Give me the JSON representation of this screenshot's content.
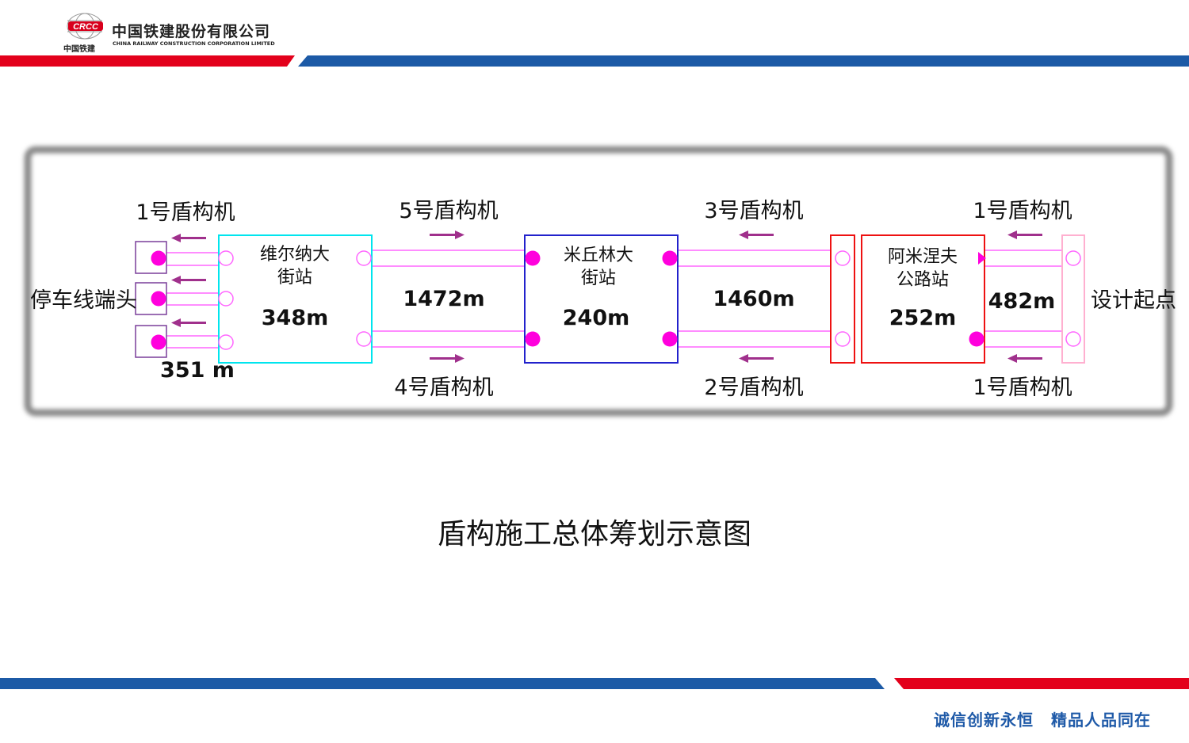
{
  "header": {
    "logo_mark": "CRCC",
    "logo_subtitle": "中国铁建",
    "company_name_cn": "中国铁建股份有限公司",
    "company_name_en": "CHINA RAILWAY CONSTRUCTION CORPORATION LIMITED"
  },
  "diagram": {
    "endpoints": {
      "left": "停车线端头",
      "right": "设计起点"
    },
    "stations": [
      {
        "name_line1": "维尔纳大",
        "name_line2": "街站",
        "length": "348m"
      },
      {
        "name_line1": "米丘林大",
        "name_line2": "街站",
        "length": "240m"
      },
      {
        "name_line1": "阿米涅夫",
        "name_line2": "公路站",
        "length": "252m"
      }
    ],
    "segments": [
      {
        "length": "351 m"
      },
      {
        "length": "1472m"
      },
      {
        "length": "1460m"
      },
      {
        "length": "482m"
      }
    ],
    "machines": {
      "m_top_left": "1号盾构机",
      "m_top_seg2": "5号盾构机",
      "m_top_seg3": "3号盾构机",
      "m_top_seg4": "1号盾构机",
      "m_bot_seg2": "4号盾构机",
      "m_bot_seg3": "2号盾构机",
      "m_bot_seg4": "1号盾构机"
    },
    "colors": {
      "tunnel": "#ff66ff",
      "shield": "#ff00dd",
      "arrow": "#a0308c",
      "station1": "#00e5ee",
      "station2": "#2222cc",
      "station3": "#ee1111"
    }
  },
  "caption": "盾构施工总体筹划示意图",
  "footer": {
    "motto_part1": "诚信创新永恒",
    "motto_part2": "精品人品同在"
  }
}
